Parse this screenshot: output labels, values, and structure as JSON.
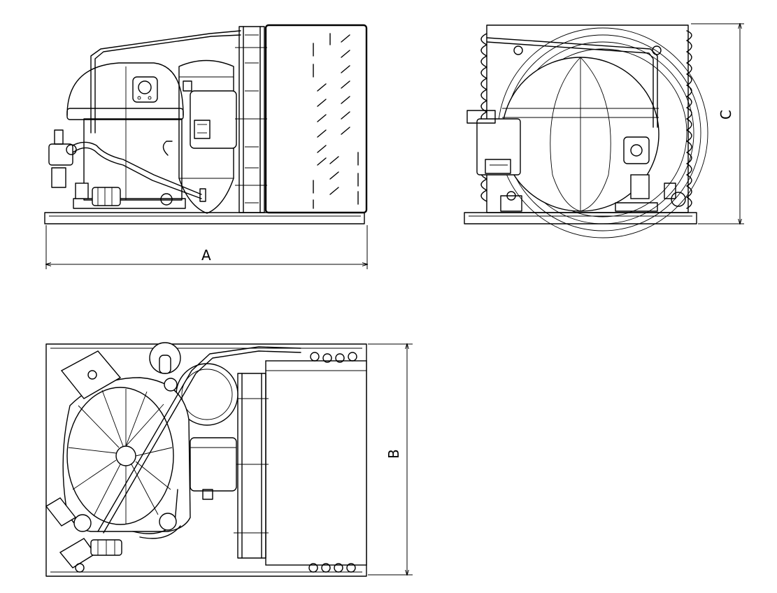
{
  "views": {
    "front": {
      "dimension": {
        "label": "A"
      }
    },
    "side": {
      "dimension": {
        "label": "C"
      }
    },
    "top": {
      "dimension": {
        "label": "B"
      }
    }
  }
}
